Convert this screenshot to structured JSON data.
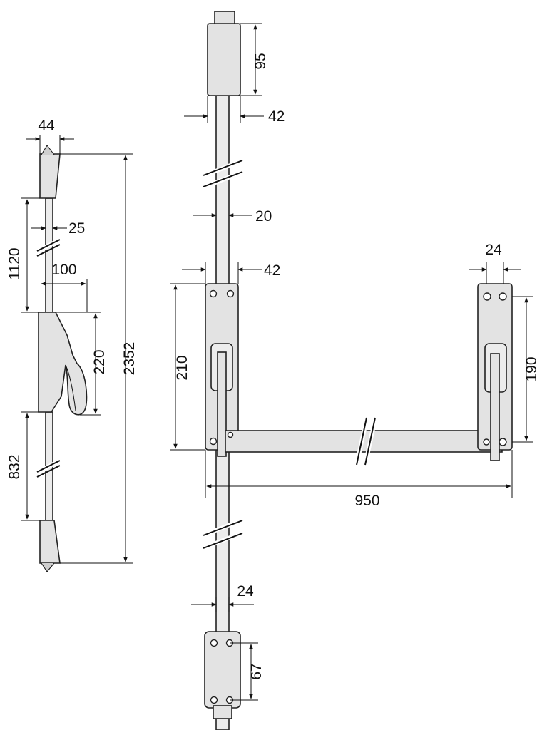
{
  "dimensions": {
    "left_top_width": "44",
    "left_rod_width": "25",
    "left_upper_length": "1120",
    "left_handle_depth": "100",
    "left_handle_height": "220",
    "left_total_height": "2352",
    "left_lower_length": "832",
    "top_keeper_height": "95",
    "top_keeper_width": "42",
    "rod_width": "20",
    "left_plate_width": "42",
    "left_plate_height": "210",
    "right_plate_width": "24",
    "right_plate_height": "190",
    "bar_length": "950",
    "bottom_rod_width": "24",
    "bottom_keeper_height": "67"
  },
  "colors": {
    "part_fill": "#e3e3e3",
    "outline": "#222222",
    "background": "#ffffff"
  }
}
